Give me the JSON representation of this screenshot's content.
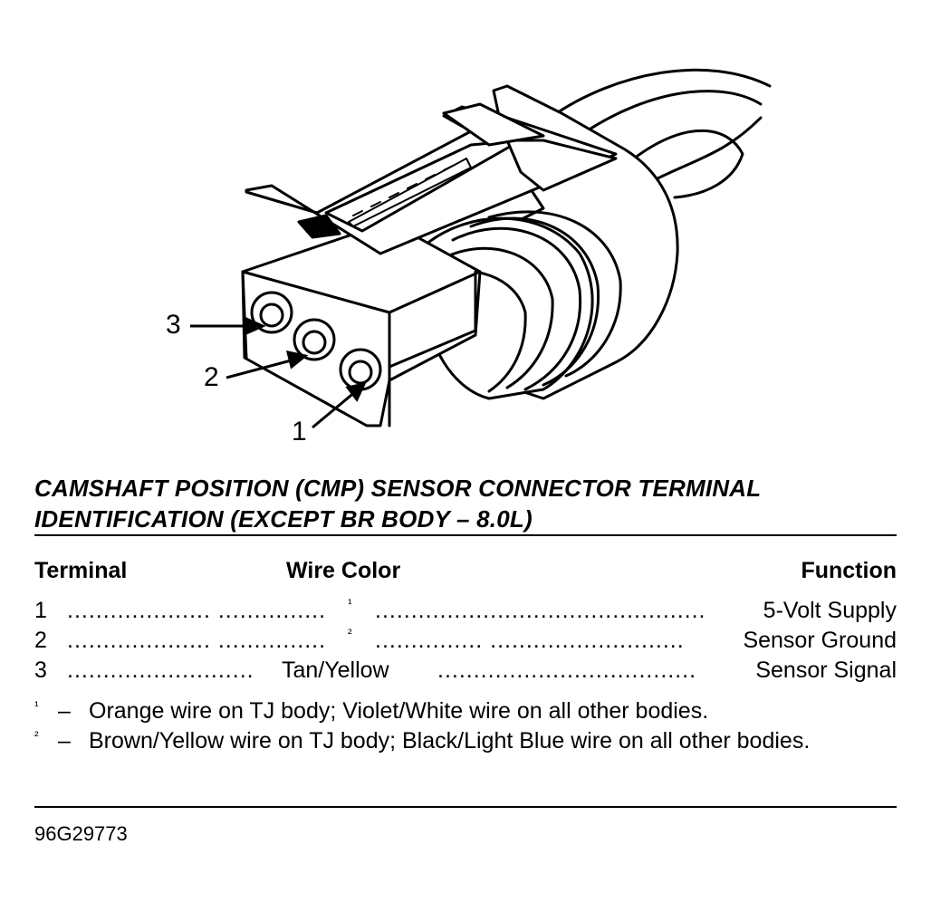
{
  "callouts": {
    "c3": "3",
    "c2": "2",
    "c1": "1"
  },
  "title": {
    "line1": "CAMSHAFT POSITION (CMP) SENSOR CONNECTOR TERMINAL",
    "line2": "IDENTIFICATION (EXCEPT BR BODY – 8.0L)"
  },
  "table": {
    "headers": {
      "terminal": "Terminal",
      "wire_color": "Wire Color",
      "function": "Function"
    },
    "rows": [
      {
        "terminal": "1",
        "wire_color": "¹",
        "function": "5-Volt Supply"
      },
      {
        "terminal": "2",
        "wire_color": "²",
        "function": "Sensor Ground"
      },
      {
        "terminal": "3",
        "wire_color": "Tan/Yellow",
        "function": "Sensor Signal"
      }
    ]
  },
  "notes": [
    {
      "mark": "¹",
      "dash": "–",
      "text": "Orange wire on TJ body; Violet/White wire on all other bodies."
    },
    {
      "mark": "²",
      "dash": "–",
      "text": "Brown/Yellow wire on TJ body; Black/Light Blue wire on all other bodies."
    }
  ],
  "figure_code": "96G29773"
}
